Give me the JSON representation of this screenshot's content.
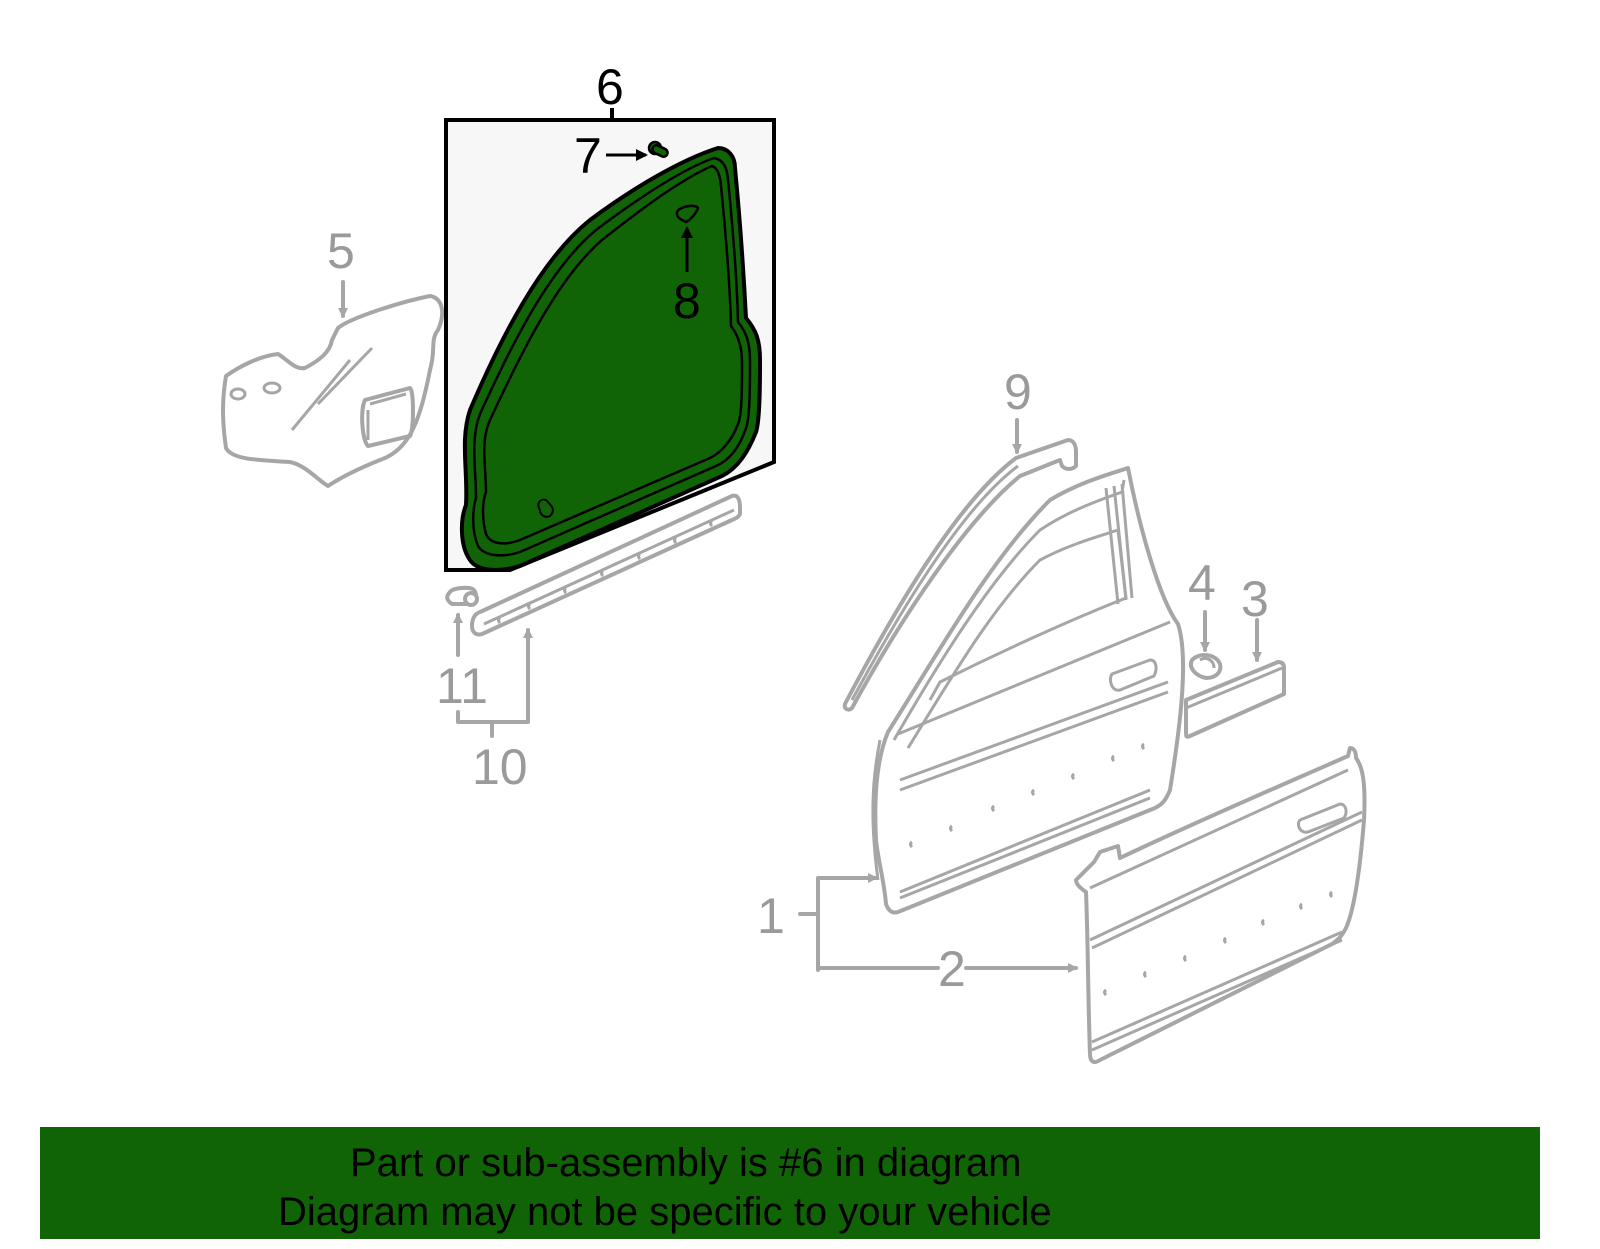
{
  "diagram": {
    "highlight_color": "#116406",
    "highlighted_part": "6",
    "callouts": [
      {
        "id": "1",
        "label": "1",
        "state": "dim"
      },
      {
        "id": "2",
        "label": "2",
        "state": "dim"
      },
      {
        "id": "3",
        "label": "3",
        "state": "dim"
      },
      {
        "id": "4",
        "label": "4",
        "state": "dim"
      },
      {
        "id": "5",
        "label": "5",
        "state": "dim"
      },
      {
        "id": "6",
        "label": "6",
        "state": "highlighted"
      },
      {
        "id": "7",
        "label": "7",
        "state": "highlighted"
      },
      {
        "id": "8",
        "label": "8",
        "state": "highlighted"
      },
      {
        "id": "9",
        "label": "9",
        "state": "dim"
      },
      {
        "id": "10",
        "label": "10",
        "state": "dim"
      },
      {
        "id": "11",
        "label": "11",
        "state": "dim"
      }
    ]
  },
  "banner": {
    "line1": "Part or sub-assembly is #6 in diagram",
    "line2": "Diagram may not be specific to your vehicle",
    "background": "#116406"
  }
}
